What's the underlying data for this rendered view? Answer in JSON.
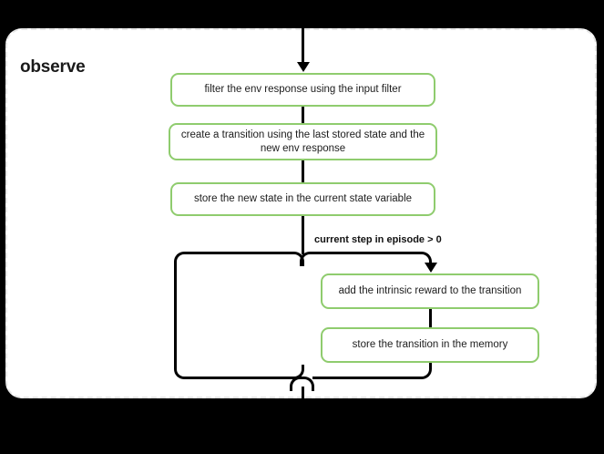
{
  "diagram": {
    "background_color": "#000000",
    "panel": {
      "label": "observe",
      "fill": "#ffffff",
      "border_color": "#e6e6e6",
      "border_style": "dashed"
    },
    "node_border_color": "#8fcc6e",
    "edge_color": "#000000",
    "nodes": [
      {
        "id": "filter-env-response",
        "text": "filter the env response using the input filter"
      },
      {
        "id": "create-transition",
        "text": "create a transition using the last stored state and the new env response"
      },
      {
        "id": "store-new-state",
        "text": "store the new state in the current state variable"
      },
      {
        "id": "add-intrinsic-reward",
        "text": "add the intrinsic reward to the transition"
      },
      {
        "id": "store-transition-memory",
        "text": "store the transition in the memory"
      }
    ],
    "edge_labels": [
      {
        "id": "condition-current-step",
        "text": "current step in episode > 0"
      }
    ]
  }
}
